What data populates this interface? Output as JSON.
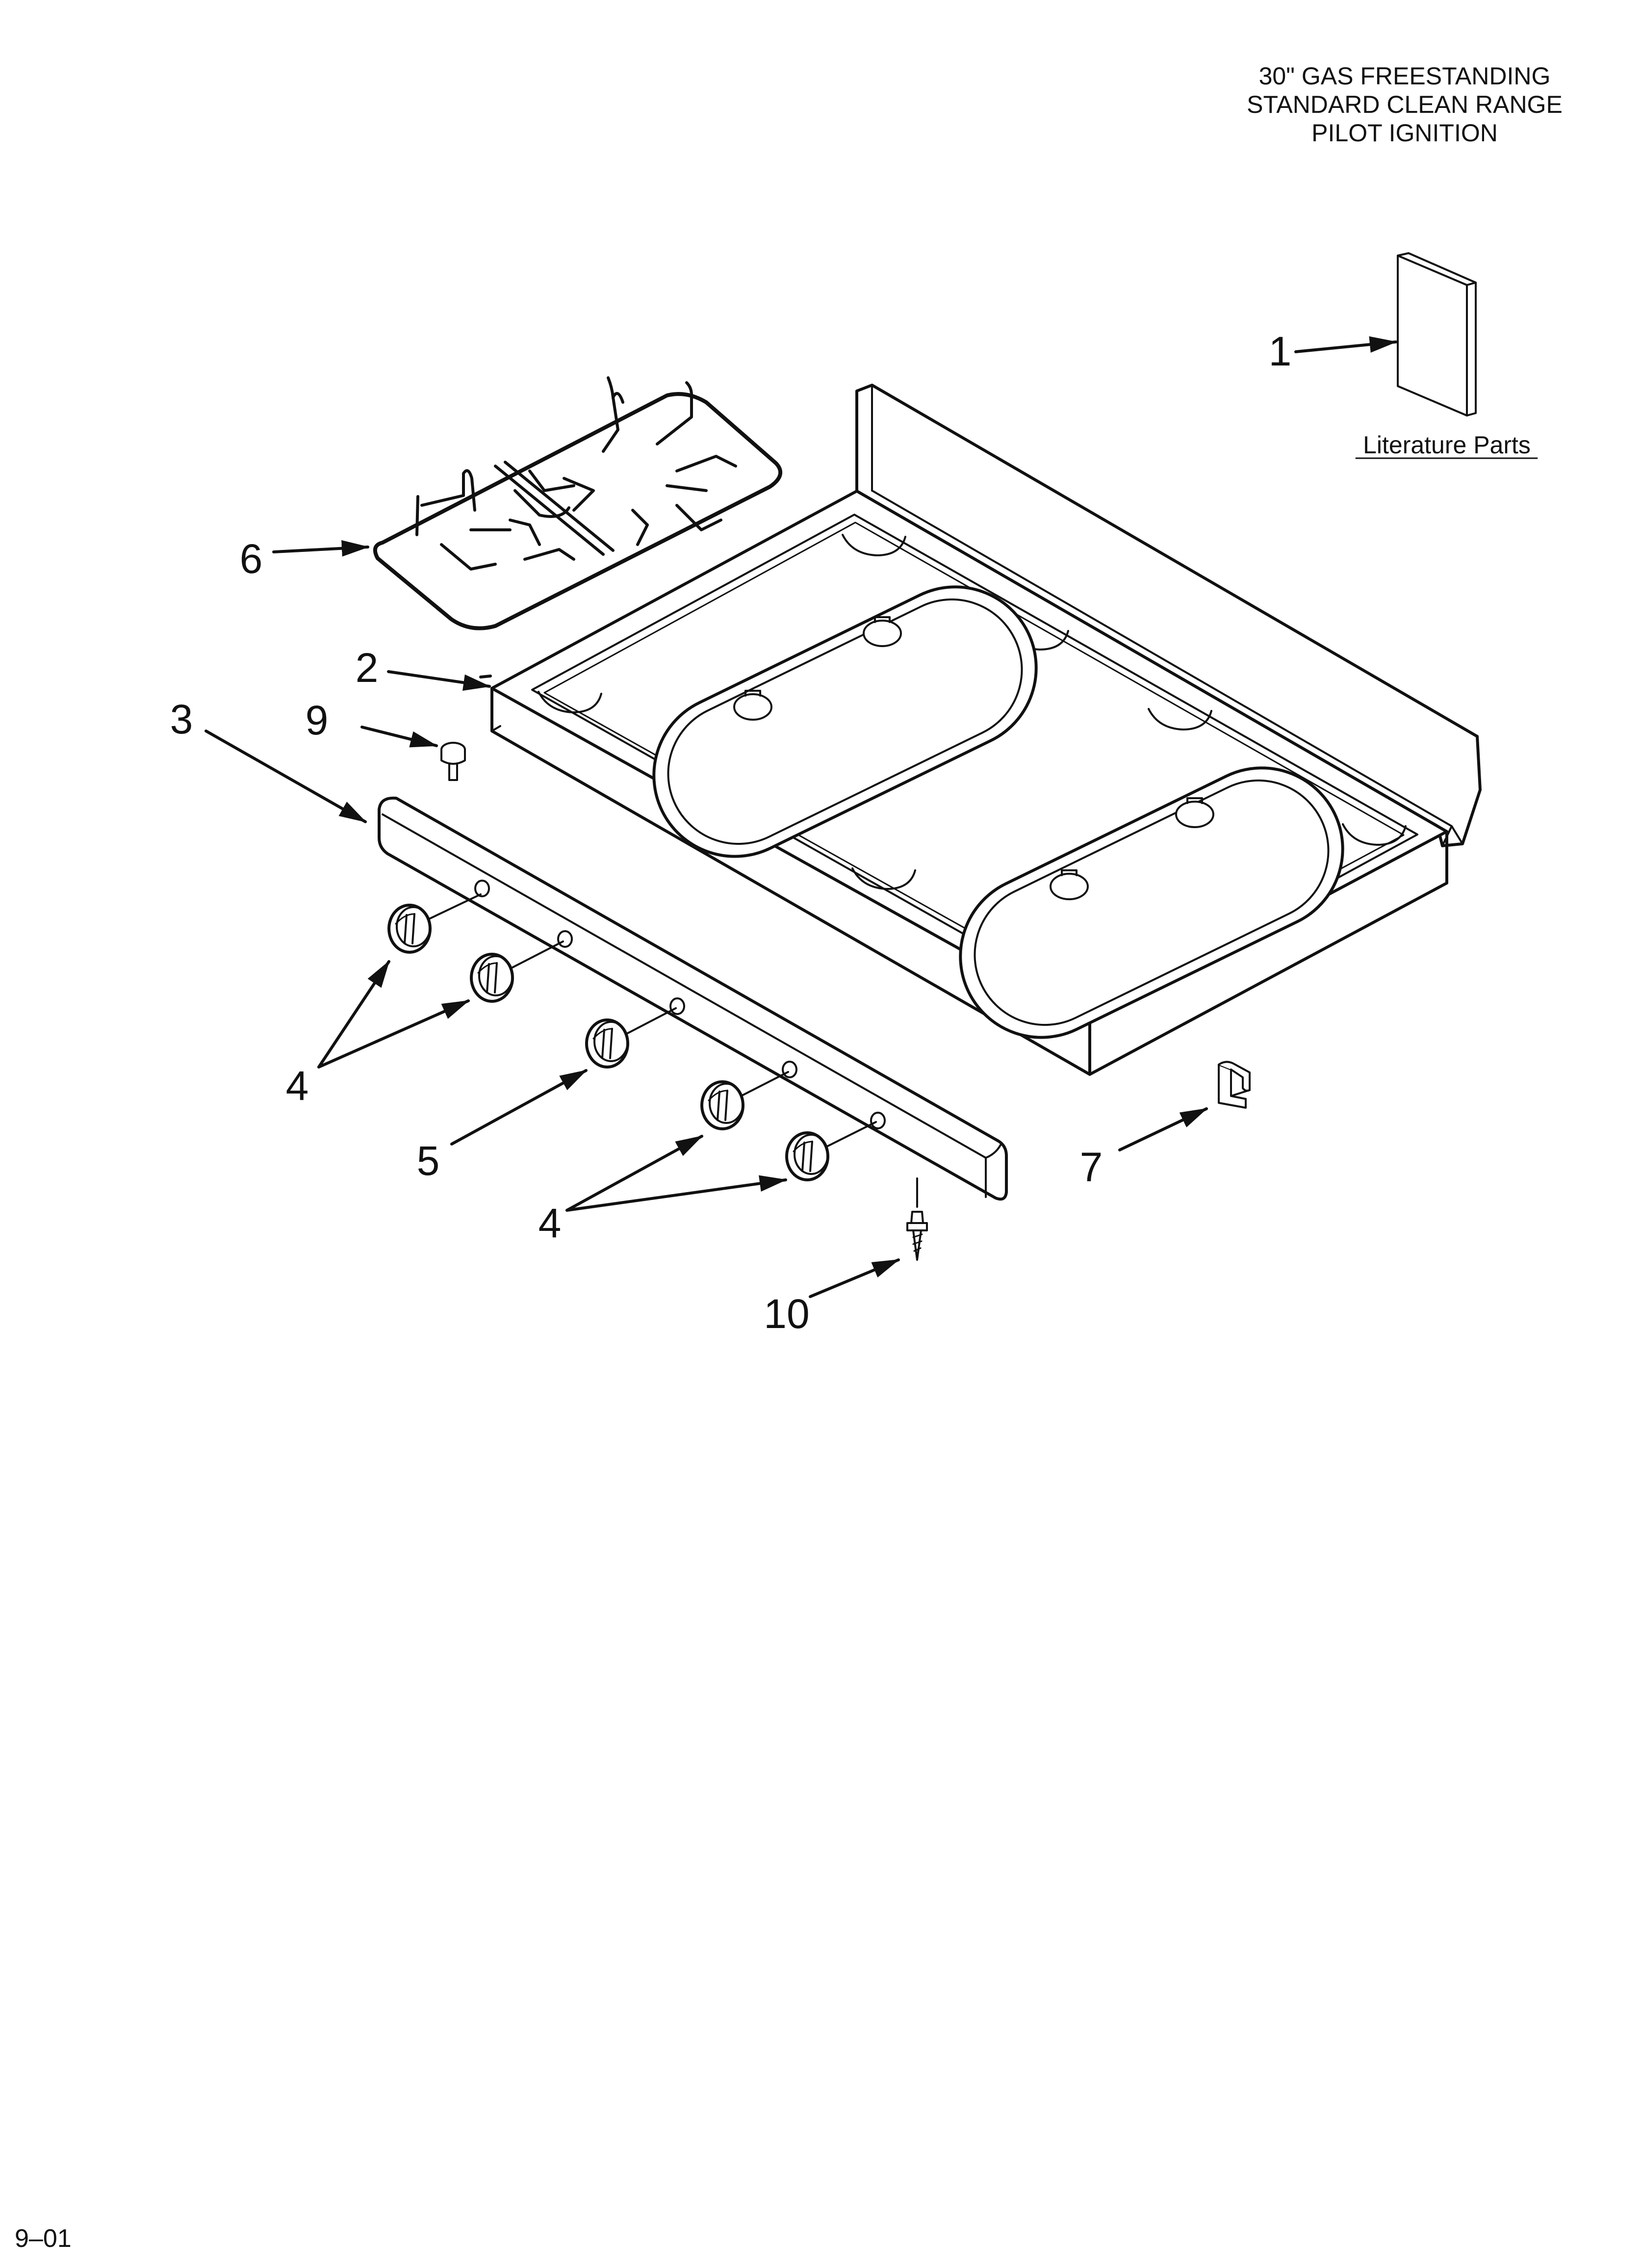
{
  "header": {
    "title_lines": [
      "30\" GAS FREESTANDING",
      "STANDARD CLEAN RANGE",
      "PILOT IGNITION"
    ]
  },
  "footer": {
    "date_code": "9–01"
  },
  "literature": {
    "label": "Literature Parts"
  },
  "callouts": {
    "c1": "1",
    "c2": "2",
    "c3": "3",
    "c4a": "4",
    "c4b": "4",
    "c5": "5",
    "c6": "6",
    "c7": "7",
    "c9": "9",
    "c10": "10"
  }
}
